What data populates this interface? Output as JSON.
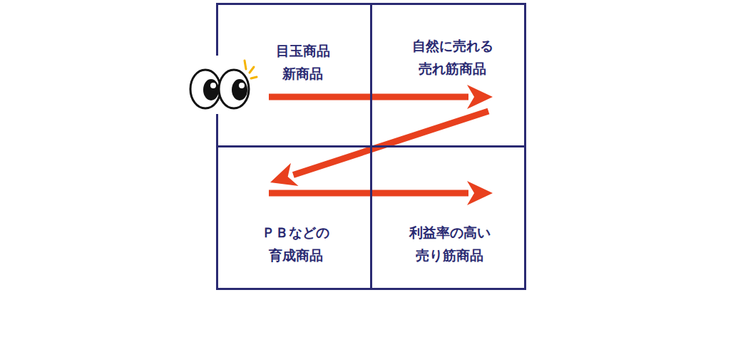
{
  "diagram": {
    "nodes": [
      {
        "text": [
          "目玉商品 新商品"
        ]
      },
      {
        "text": [
          "自然に売れる 売れ筋商品"
        ]
      },
      {
        "text": [
          "ＰＢなどの 育成商品"
        ]
      },
      {
        "text": [
          "利益率の高い 売り筋商品"
        ]
      }
    ],
    "edges": [
      {
        "from": 0,
        "to": 1,
        "arrow": "to"
      },
      {
        "from": 1,
        "to": 2,
        "arrow": "to"
      },
      {
        "from": 2,
        "to": 3,
        "arrow": "to"
      }
    ]
  }
}
